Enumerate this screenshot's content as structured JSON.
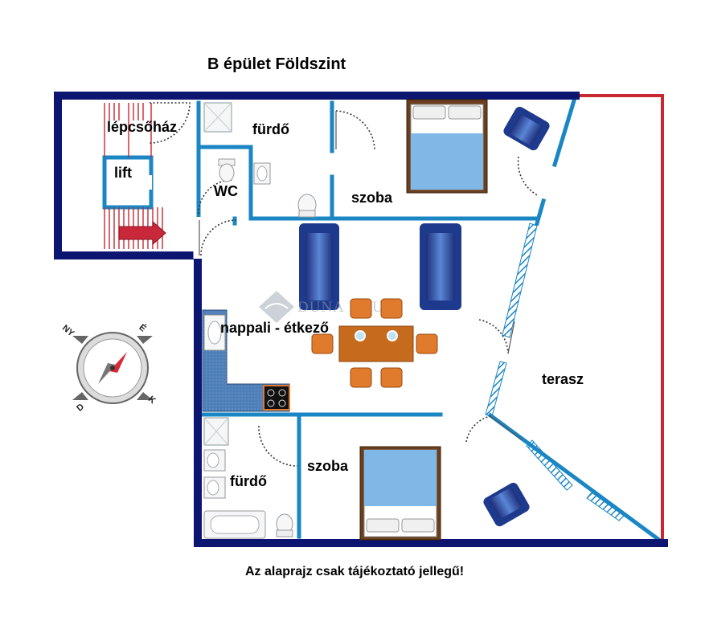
{
  "title": "B épület Földszint",
  "footer_note": "Az alaprajz csak tájékoztató jellegű!",
  "watermark": "DUNA HOUSE",
  "rooms": {
    "stairwell": "lépcsőház",
    "lift": "lift",
    "bathroom_top": "fürdő",
    "wc": "WC",
    "bedroom_top": "szoba",
    "living_dining": "nappali - étkező",
    "terrace": "terasz",
    "bathroom_bottom": "fürdő",
    "bedroom_bottom": "szoba"
  },
  "compass": {
    "north": "É",
    "east": "K",
    "south": "D",
    "west": "NY"
  },
  "colors": {
    "outer_wall": "#0c1670",
    "inner_wall": "#1a86c4",
    "terrace_edge": "#c8282f",
    "furniture": "#2f4ea8",
    "bed": "#7fb7e6",
    "chair": "#e07a2c",
    "table": "#c66a1e"
  }
}
